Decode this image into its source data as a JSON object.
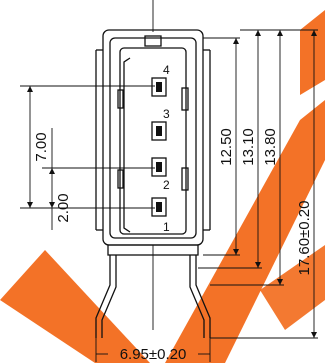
{
  "dimensions": {
    "pin_pitch": "2.00",
    "pin_span": "7.00",
    "h_12_50": "12.50",
    "h_13_10": "13.10",
    "h_13_80": "13.80",
    "h_17_60": "17.60±0.20",
    "width": "6.95±0.20"
  },
  "pins": [
    "4",
    "3",
    "2",
    "1"
  ],
  "colors": {
    "line": "#111111",
    "watermark": "#f26a1b",
    "background": "#ffffff"
  }
}
